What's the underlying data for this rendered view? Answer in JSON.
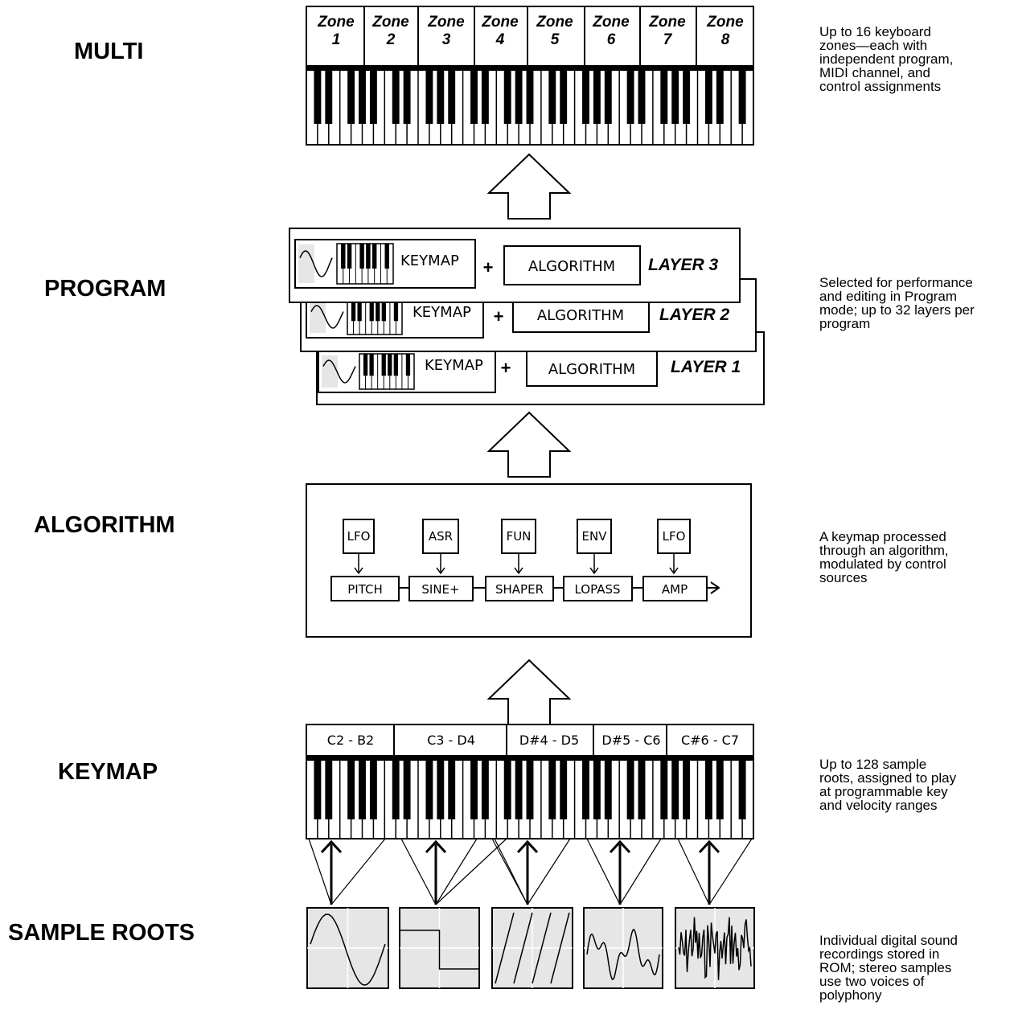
{
  "levels": {
    "multi": "MULTI",
    "program": "PROGRAM",
    "algorithm": "ALGORITHM",
    "keymap": "KEYMAP",
    "sample_roots": "SAMPLE ROOTS"
  },
  "descriptions": {
    "multi": "Up to 16 keyboard\nzones—each with\nindependent program,\nMIDI channel, and\ncontrol assignments",
    "program": "Selected for performance\nand editing in Program\nmode; up to 32 layers per\nprogram",
    "algorithm": "A keymap processed\nthrough an algorithm,\nmodulated by control\nsources",
    "keymap": "Up to 128 sample\nroots, assigned to play\nat programmable key\nand velocity ranges",
    "sample_roots": "Individual digital sound\nrecordings stored in\nROM; stereo samples\nuse two voices of\npolyphony"
  },
  "zones": [
    {
      "word": "Zone",
      "num": "1"
    },
    {
      "word": "Zone",
      "num": "2"
    },
    {
      "word": "Zone",
      "num": "3"
    },
    {
      "word": "Zone",
      "num": "4"
    },
    {
      "word": "Zone",
      "num": "5"
    },
    {
      "word": "Zone",
      "num": "6"
    },
    {
      "word": "Zone",
      "num": "7"
    },
    {
      "word": "Zone",
      "num": "8"
    }
  ],
  "layers": [
    {
      "keymap": "KEYMAP",
      "plus": "+",
      "algorithm": "ALGORITHM",
      "name": "LAYER 3"
    },
    {
      "keymap": "KEYMAP",
      "plus": "+",
      "algorithm": "ALGORITHM",
      "name": "LAYER 2"
    },
    {
      "keymap": "KEYMAP",
      "plus": "+",
      "algorithm": "ALGORITHM",
      "name": "LAYER 1"
    }
  ],
  "algorithm": {
    "modulators": [
      "LFO",
      "ASR",
      "FUN",
      "ENV",
      "LFO"
    ],
    "blocks": [
      "PITCH",
      "SINE+",
      "SHAPER",
      "LOPASS",
      "AMP"
    ]
  },
  "keymap_ranges": [
    "C2 - B2",
    "C3 - D4",
    "D#4 - D5",
    "D#5 - C6",
    "C#6 - C7"
  ],
  "samples": [
    "sine-wave",
    "square-wave",
    "sawtooth-wave",
    "complex-wave",
    "noise-wave"
  ]
}
